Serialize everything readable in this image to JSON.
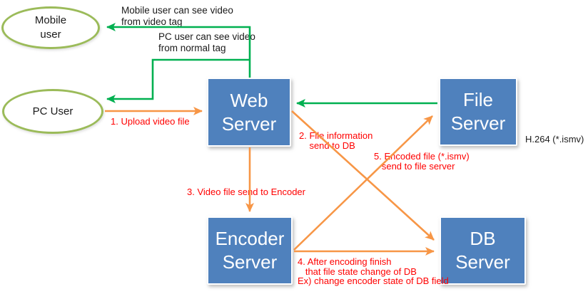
{
  "colors": {
    "server_box_blue": "#4F81BD",
    "user_ellipse_olive": "#9BBB59",
    "arrow_green": "#00B050",
    "arrow_orange": "#F79646",
    "step_text_red": "#FF0000",
    "note_text_black": "#1A1A1A",
    "box_text_white": "#FFFFFF"
  },
  "nodes": {
    "mobile_user": {
      "label": "Mobile\nuser"
    },
    "pc_user": {
      "label": "PC User"
    },
    "web_server": {
      "label": "Web\nServer"
    },
    "file_server": {
      "label": "File\nServer"
    },
    "encoder_server": {
      "label": "Encoder\nServer"
    },
    "db_server": {
      "label": "DB\nServer"
    }
  },
  "notes": {
    "mobile_tag": "Mobile user can see video\nfrom video tag",
    "pc_tag": "PC user can see video\nfrom normal tag",
    "codec": "H.264 (*.ismv)"
  },
  "steps": {
    "step1": "1. Upload video file",
    "step2": "2. File information\n    send to DB",
    "step3": "3. Video file send to Encoder",
    "step4": "4. After encoding finish\n   that file state change of DB\nEx) change encoder state of DB field",
    "step5": "5. Encoded file (*.ismv)\n   send to file server"
  },
  "flows": [
    {
      "from": "Web Server",
      "to": "Mobile user",
      "color": "green",
      "label": "Mobile user can see video from video tag"
    },
    {
      "from": "Web Server",
      "to": "PC User",
      "color": "green",
      "label": "PC user can see video from normal tag"
    },
    {
      "from": "File Server",
      "to": "Web Server",
      "color": "green",
      "label": ""
    },
    {
      "from": "PC User",
      "to": "Web Server",
      "color": "orange",
      "label": "1. Upload video file"
    },
    {
      "from": "Web Server",
      "to": "DB Server",
      "color": "orange",
      "label": "2. File information send to DB"
    },
    {
      "from": "Web Server",
      "to": "Encoder Server",
      "color": "orange",
      "label": "3. Video file send to Encoder"
    },
    {
      "from": "Encoder Server",
      "to": "DB Server",
      "color": "orange",
      "label": "4. After encoding finish that file state change of DB Ex) change encoder state of DB field"
    },
    {
      "from": "Encoder Server",
      "to": "File Server",
      "color": "orange",
      "label": "5. Encoded file (*.ismv) send to file server"
    }
  ]
}
